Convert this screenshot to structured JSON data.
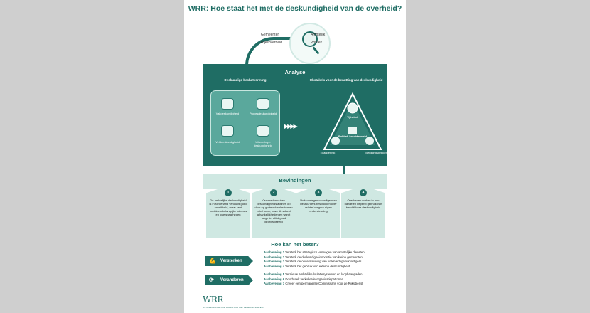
{
  "title": "WRR: Hoe staat het met de deskundigheid van de overheid?",
  "top_labels": [
    "Gemeenten",
    "Rijksoverheid",
    "Ambtelijk",
    "Politiek"
  ],
  "analyse": {
    "heading": "Analyse",
    "left_heading": "Deskundige besluitvorming",
    "right_heading": "Obstakels voor de benutting van deskundigheid",
    "items": [
      "Vakdeskundigheid",
      "Procesdeskundigheid",
      "Velddeskundigheid",
      "Uitvoerings-deskundigheid"
    ],
    "obstacles": [
      "Tijdsdruk",
      "Politiek krachtenveld",
      "Eilandenrijk",
      "Beloningsprikkels"
    ]
  },
  "bevindingen": {
    "heading": "Bevindingen",
    "items": [
      {
        "num": "1",
        "text": "De ambtelijke deskundigheid is in Nederland vanouds goed ontwikkeld, maar kent inmiddels belangrijke lakunes en kwetsbaarheden"
      },
      {
        "num": "2",
        "text": "Overheden vullen deskundigheidslacunes op door op grote schaal externen in te huren, maar dit schept afhankelijkheden en wordt lang niet altijd goed georganiseerd"
      },
      {
        "num": "3",
        "text": "Volksvertegen-woordigers en bestuurders beschikken over relatief magere eigen ondersteuning"
      },
      {
        "num": "4",
        "text": "Overheden maken in hun handelen beperkt gebruik van beschikbare deskundigheid"
      }
    ]
  },
  "hoe": {
    "heading": "Hoe kan het beter?",
    "groups": [
      {
        "label": "Versterken",
        "icon": "arm-icon",
        "recs": [
          {
            "id": "Aanbeveling 1",
            "text": "Versterk het strategisch vermogen van ambtelijke diensten"
          },
          {
            "id": "Aanbeveling 2",
            "text": "Versterk de deskundigheidspositie van kleine gemeenten"
          },
          {
            "id": "Aanbeveling 3",
            "text": "Versterk de ondersteuning van volksvertegenwoordigers"
          },
          {
            "id": "Aanbeveling 4",
            "text": "Versterk het gebruik van externe deskundigheid"
          }
        ]
      },
      {
        "label": "Veranderen",
        "icon": "refresh-icon",
        "recs": [
          {
            "id": "Aanbeveling 5",
            "text": "Vernieuw ambtelijke loulatiesystemen en loopbaanpaden"
          },
          {
            "id": "Aanbeveling 6",
            "text": "Doorbreek verkokerde organisatiepatronen"
          },
          {
            "id": "Aanbeveling 7",
            "text": "Creëer een permanente Commissaris voor de Rijksdienst"
          }
        ]
      }
    ]
  },
  "footer": {
    "logo": "WRR",
    "subtitle": "WETENSCHAPPELIJKE RAAD VOOR HET REGERINGSBELEID"
  },
  "colors": {
    "primary": "#1f6d64",
    "light": "#cfe8e2",
    "mid": "#5aa89c"
  }
}
